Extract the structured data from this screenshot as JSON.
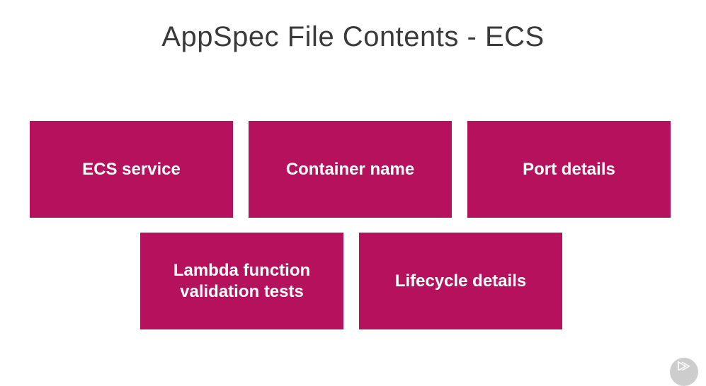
{
  "slide": {
    "title": "AppSpec File Contents - ECS"
  },
  "boxes": {
    "ecs_service": "ECS service",
    "container_name": "Container name",
    "port_details": "Port details",
    "lambda_line1": "Lambda function",
    "lambda_line2": "validation tests",
    "lifecycle_details": "Lifecycle details"
  },
  "colors": {
    "box_fill": "#b5115c",
    "box_text": "#ffffff",
    "title_text": "#3a3a3a"
  },
  "icons": {
    "corner_logo": "pluralsight-play-icon"
  }
}
